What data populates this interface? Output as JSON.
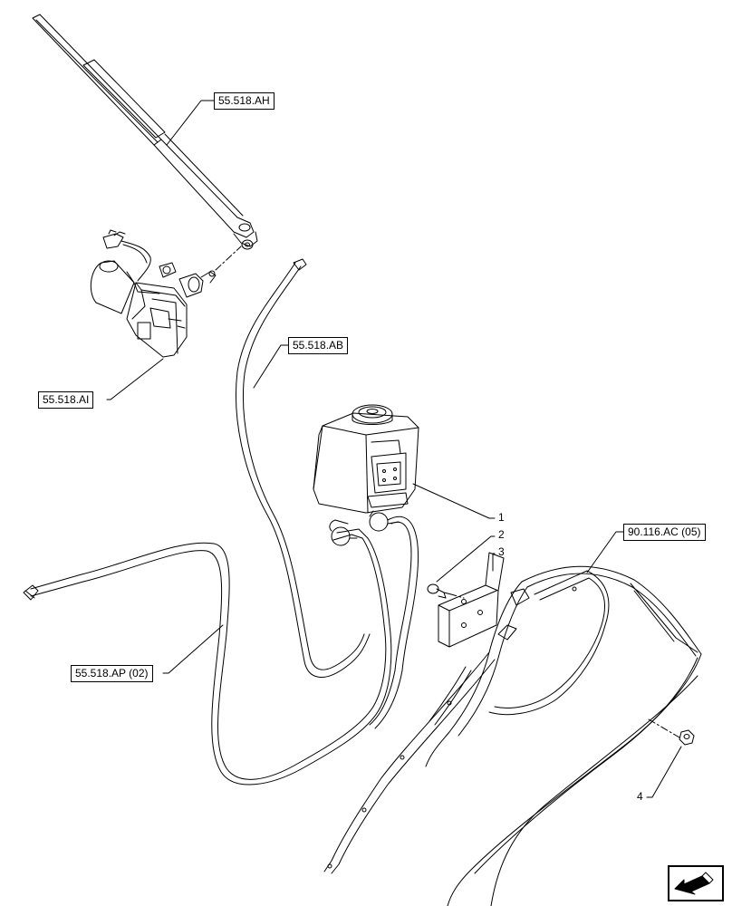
{
  "references": {
    "wiper_arm": "55.518.AH",
    "wiper_motor": "55.518.AI",
    "washer_hose": "55.518.AB",
    "washer_hose_2": "55.518.AP (02)",
    "fender": "90.116.AC (05)"
  },
  "callouts": {
    "reservoir": "1",
    "screw": "2",
    "bracket": "3",
    "nut": "4"
  },
  "icons": {
    "next_page": "arrow-icon"
  }
}
